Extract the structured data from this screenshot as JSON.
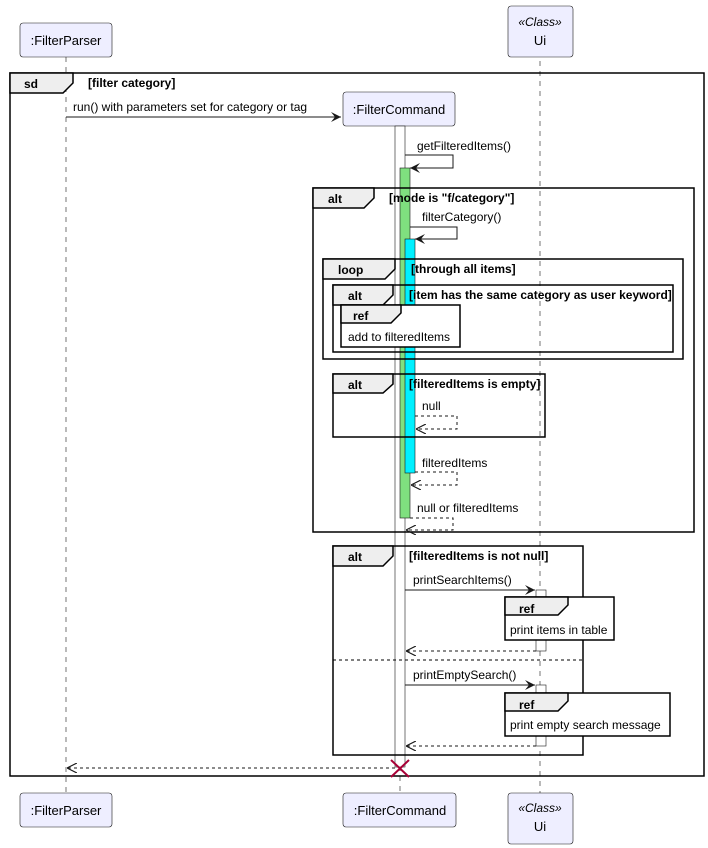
{
  "participants": {
    "filter_parser": ":FilterParser",
    "filter_command": ":FilterCommand",
    "ui_stereotype": "«Class»",
    "ui": "Ui"
  },
  "frames": {
    "sd": {
      "keyword": "sd",
      "guard": "[filter category]"
    },
    "alt_mode": {
      "keyword": "alt",
      "guard": "[mode is \"f/category\"]"
    },
    "loop_items": {
      "keyword": "loop",
      "guard": "[through all items]"
    },
    "alt_same_category": {
      "keyword": "alt",
      "guard": "[item has the same category as user keyword]"
    },
    "ref_add": {
      "keyword": "ref",
      "text": "add to filteredItems"
    },
    "alt_empty": {
      "keyword": "alt",
      "guard": "[filteredItems is empty]"
    },
    "alt_not_null": {
      "keyword": "alt",
      "guard": "[filteredItems is not null]"
    },
    "ref_print_table": {
      "keyword": "ref",
      "text": "print items in table"
    },
    "ref_print_empty": {
      "keyword": "ref",
      "text": "print empty search message"
    }
  },
  "messages": {
    "run": "run() with parameters set for category or tag",
    "get_filtered": "getFilteredItems()",
    "filter_category": "filterCategory()",
    "null_return": "null",
    "filtered_items_return": "filteredItems",
    "null_or_filtered": "null or filteredItems",
    "print_search": "printSearchItems()",
    "print_empty": "printEmptySearch()"
  },
  "colors": {
    "participant_fill": "#eeeeff",
    "participant_border": "#181818",
    "activation_green": "#7fe07f",
    "activation_cyan": "#00f0ff",
    "frame_header_fill": "#eeeeee",
    "destroy_color": "#a80036"
  }
}
